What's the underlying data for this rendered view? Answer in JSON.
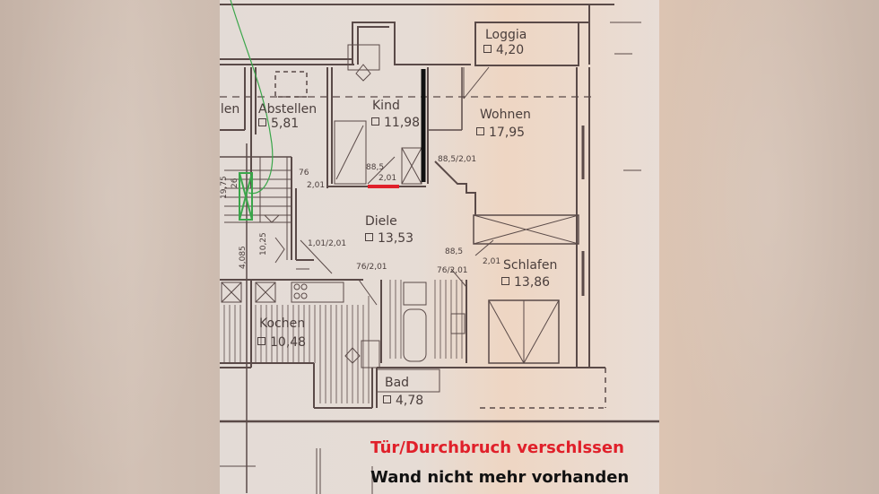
{
  "plan": {
    "rooms": [
      {
        "name": "Loggia",
        "area": "4,20"
      },
      {
        "name": "Abstellen",
        "area": "5,81"
      },
      {
        "name": "Kind",
        "area": "11,98"
      },
      {
        "name": "Wohnen",
        "area": "17,95"
      },
      {
        "name": "Diele",
        "area": "13,53"
      },
      {
        "name": "Schlafen",
        "area": "13,86"
      },
      {
        "name": "Kochen",
        "area": "10,48"
      },
      {
        "name": "Bad",
        "area": "4,78"
      }
    ],
    "partial_room_label": "llen",
    "door_dimensions": {
      "abstellen_door": "76",
      "abstellen_door_h": "2,01",
      "kind_door_w": "88,5",
      "kind_door_h": "2,01",
      "wohnen_door": "88,5/2,01",
      "diele_door": "1,01/2,01",
      "kochen_door": "76/2,01",
      "bad_door": "76/2,01",
      "schlafen_door_w": "88,5",
      "schlafen_door_h": "2,01"
    },
    "stair_dimensions": {
      "stair_vertical_1": "19,75",
      "stair_vertical_2": "26",
      "landing": "10,25",
      "stair_width": "4,085"
    }
  },
  "legend": {
    "red_line_label": "Tür/Durchbruch verschlssen",
    "black_line_label": "Wand nicht mehr vorhanden",
    "red_color": "#e0202a",
    "black_color": "#111111",
    "green_color": "#3aa64a"
  }
}
